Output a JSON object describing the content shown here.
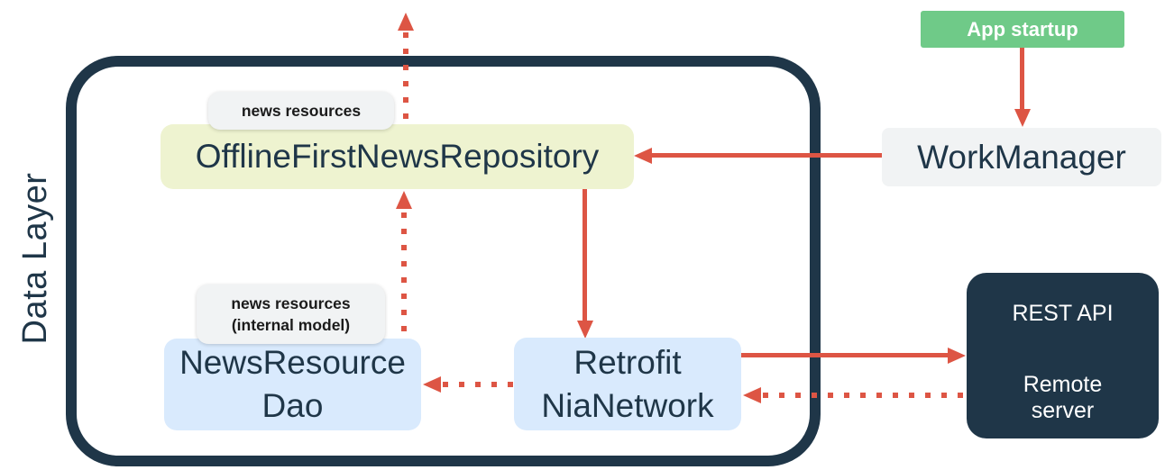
{
  "background": "#ffffff",
  "colors": {
    "navy": "#1f3648",
    "arrow_red": "#dd5544",
    "repository_fill": "#eef3d0",
    "database_fill": "#d9eafd",
    "neutral_fill": "#f1f3f4",
    "startup_green": "#6fca88",
    "annotation_text": "#1b1b1b",
    "box_text": "#1f3648",
    "inverse_text": "#ffffff"
  },
  "container": {
    "label": "Data Layer"
  },
  "boxes": {
    "repository": {
      "label": "OfflineFirstNewsRepository"
    },
    "dao": {
      "line1": "NewsResource",
      "line2": "Dao"
    },
    "retrofit": {
      "line1": "Retrofit",
      "line2": "NiaNetwork"
    },
    "workmanager": {
      "label": "WorkManager"
    },
    "app_startup": {
      "label": "App startup"
    },
    "rest_api": {
      "title": "REST API",
      "line1": "Remote",
      "line2": "server"
    }
  },
  "annotations": {
    "news_resources": {
      "label": "news resources"
    },
    "news_resources_internal": {
      "line1": "news resources",
      "line2": "(internal model)"
    }
  },
  "edges": [
    {
      "from": "NewsResourceDao",
      "to": "OfflineFirstNewsRepository",
      "style": "dotted",
      "direction": "up"
    },
    {
      "from": "OfflineFirstNewsRepository",
      "to": "outside-data-layer-top",
      "style": "dotted",
      "direction": "up"
    },
    {
      "from": "OfflineFirstNewsRepository",
      "to": "Retrofit NiaNetwork",
      "style": "solid",
      "direction": "down"
    },
    {
      "from": "WorkManager",
      "to": "OfflineFirstNewsRepository",
      "style": "solid",
      "direction": "left"
    },
    {
      "from": "App startup",
      "to": "WorkManager",
      "style": "solid",
      "direction": "down"
    },
    {
      "from": "Retrofit NiaNetwork",
      "to": "REST API Remote server",
      "style": "solid",
      "direction": "right"
    },
    {
      "from": "REST API Remote server",
      "to": "Retrofit NiaNetwork",
      "style": "dotted",
      "direction": "left"
    },
    {
      "from": "Retrofit NiaNetwork",
      "to": "NewsResourceDao",
      "style": "dotted",
      "direction": "left"
    }
  ]
}
